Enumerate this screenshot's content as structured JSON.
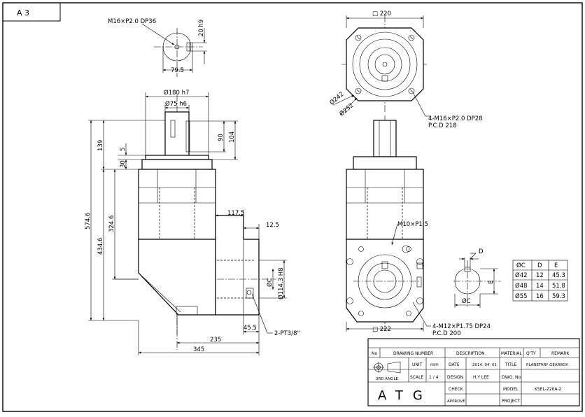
{
  "sheet": {
    "size_label": "A 3",
    "projection_label": "3RD ANGLE"
  },
  "callouts": {
    "shaft_tap": "M16×P2.0  DP36",
    "output_flange_taps": "4-M16×P2.0  DP28",
    "output_flange_pcd": "P.C.D  218",
    "side_tap": "M10×P1.5",
    "input_flange_taps": "4-M12×P1.75  DP24",
    "input_flange_pcd": "P.C.D  200",
    "pipe_thread": "2-PT3/8\""
  },
  "dimensions": {
    "keyway_width": "20 h9",
    "key_height": "79.5",
    "flange_dia": "Ø180 h7",
    "shaft_dia": "Ø75 h6",
    "square_top": "□ 220",
    "square_bottom": "□ 222",
    "dia_242": "Ø242",
    "dia_252": "Ø252",
    "shaft_len_90": "90",
    "shaft_len_104": "104",
    "overall_height": "574.6",
    "height_434": "434.6",
    "height_324": "324.6",
    "dim_139": "139",
    "dim_5": "5",
    "dim_30": "30",
    "dim_117": "117.5",
    "dim_12": "12.5",
    "bore_c": "ØC",
    "bore_114": "Ø114.3 H8",
    "dim_45": "45.5",
    "dim_235": "235",
    "dim_345": "345",
    "key_d": "D",
    "key_e": "E",
    "section_c": "ØC"
  },
  "key_table": {
    "headers": [
      "ØC",
      "D",
      "E"
    ],
    "rows": [
      [
        "Ø42",
        "12",
        "45.3"
      ],
      [
        "Ø48",
        "14",
        "51.8"
      ],
      [
        "Ø55",
        "16",
        "59.3"
      ]
    ]
  },
  "title_block": {
    "headers": {
      "no": "No",
      "drawing_number": "DRAWING NUMBER",
      "description": "DESCRIPTION",
      "material": "MATERIAL",
      "qty": "Q'TY",
      "remark": "REMARK"
    },
    "unit_label": "UNIT",
    "unit_value": "mm",
    "scale_label": "SCALE",
    "scale_value": "1 / 4",
    "date_label": "DATE",
    "date_value": "2014. 04. 01",
    "design_label": "DESIGN",
    "design_value": "H.Y LEE",
    "check_label": "CHECK",
    "approve_label": "APPROVE",
    "title_label": "TITLE",
    "title_value": "PLANETARY GEARBOX",
    "dwg_label": "DWG. No",
    "model_label": "MODEL",
    "model_value": "KSEL-220A-2",
    "project_label": "PROJECT",
    "company": "ATG"
  },
  "colors": {
    "line": "#000000",
    "paper": "#ffffff"
  }
}
